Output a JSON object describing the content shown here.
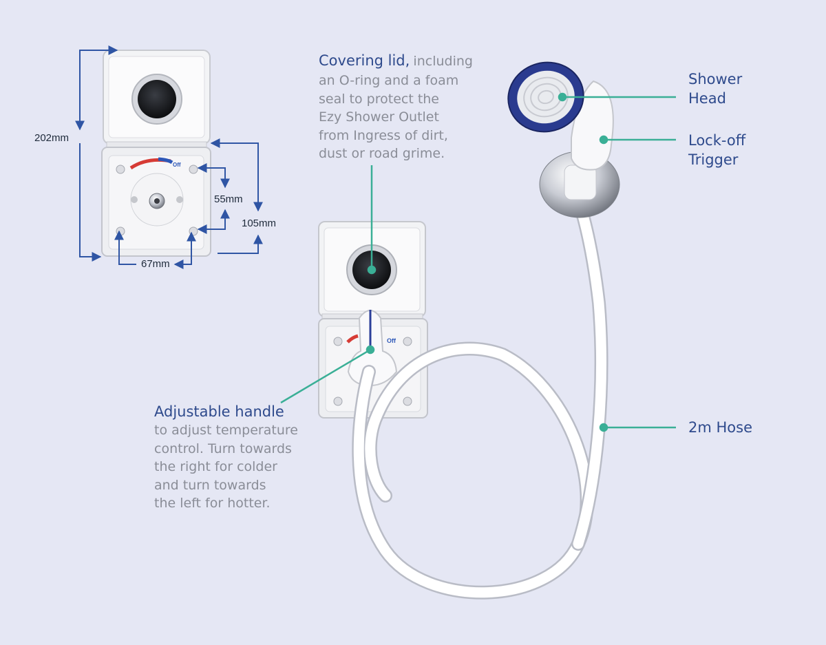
{
  "dimensions": {
    "height": "202mm",
    "lid_height": "105mm",
    "hole_height": "55mm",
    "hole_width": "67mm"
  },
  "plate_label": "Off",
  "covering_lid": {
    "title": "Covering lid,",
    "lines": [
      "including",
      "an O-ring and a foam",
      "seal to protect the",
      "Ezy Shower Outlet",
      "from Ingress of dirt,",
      "dust or road grime."
    ]
  },
  "adjustable_handle": {
    "title": "Adjustable handle",
    "lines": [
      "to adjust temperature",
      "control. Turn towards",
      "the right for colder",
      "and turn towards",
      "the left for hotter."
    ]
  },
  "shower_head": [
    "Shower",
    "Head"
  ],
  "lock_off_trigger": [
    "Lock-off",
    "Trigger"
  ],
  "hose": "2m Hose",
  "colors": {
    "background": "#e5e7f4",
    "dimension_arrow": "#2f55a4",
    "callout_line": "#3aaf96",
    "title_text": "#2e4a8c",
    "body_text": "#8a8d97",
    "shower_head_ring": "#2a3b8f"
  }
}
